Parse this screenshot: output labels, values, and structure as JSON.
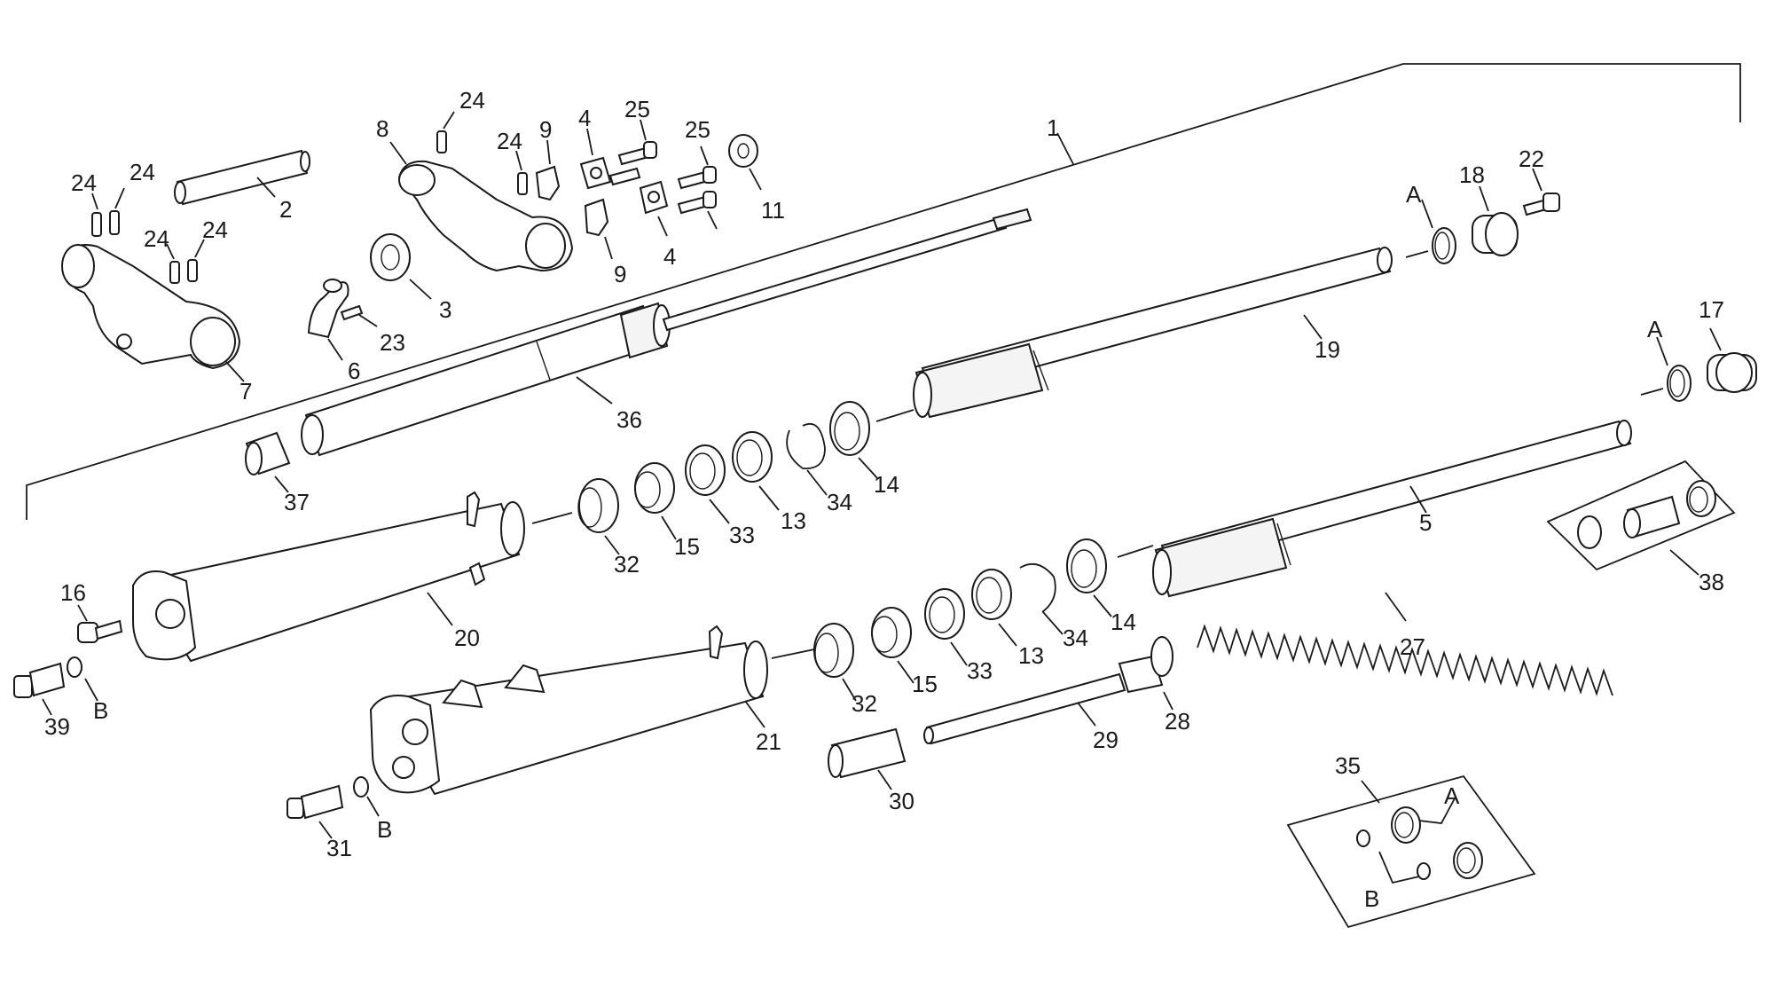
{
  "labels": {
    "l1": "1",
    "l2": "2",
    "l3": "3",
    "l4a": "4",
    "l4b": "4",
    "l5": "5",
    "l6": "6",
    "l7": "7",
    "l8": "8",
    "l9a": "9",
    "l9b": "9",
    "l11": "11",
    "l13a": "13",
    "l13b": "13",
    "l14a": "14",
    "l14b": "14",
    "l15a": "15",
    "l15b": "15",
    "l16": "16",
    "l17": "17",
    "l18": "18",
    "l19": "19",
    "l20": "20",
    "l21": "21",
    "l22": "22",
    "l23": "23",
    "l24a": "24",
    "l24b": "24",
    "l24c": "24",
    "l24d": "24",
    "l24e": "24",
    "l24f": "24",
    "l25a": "25",
    "l25b": "25",
    "l27": "27",
    "l28": "28",
    "l29": "29",
    "l30": "30",
    "l31": "31",
    "l32a": "32",
    "l32b": "32",
    "l33a": "33",
    "l33b": "33",
    "l34a": "34",
    "l34b": "34",
    "l35": "35",
    "l36": "36",
    "l37": "37",
    "l38": "38",
    "l39": "39",
    "lA1": "A",
    "lA2": "A",
    "lA3": "A",
    "lB1": "B",
    "lB2": "B",
    "lB3": "B"
  }
}
